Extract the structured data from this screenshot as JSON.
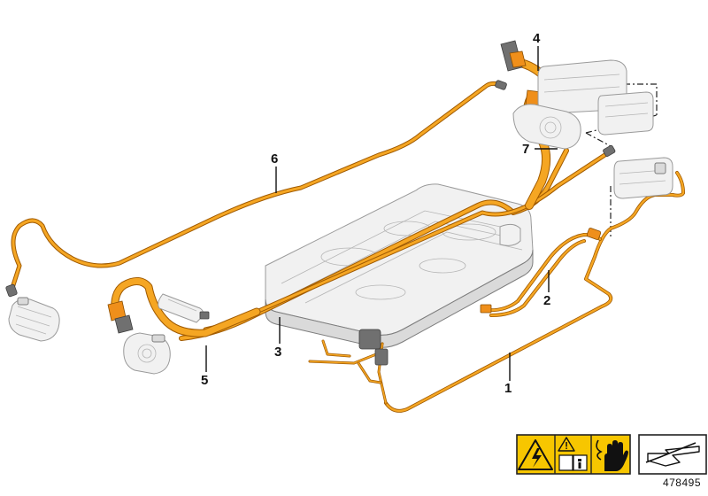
{
  "diagram": {
    "callouts": [
      {
        "id": "1",
        "label": "1"
      },
      {
        "id": "2",
        "label": "2"
      },
      {
        "id": "3",
        "label": "3"
      },
      {
        "id": "4",
        "label": "4"
      },
      {
        "id": "5",
        "label": "5"
      },
      {
        "id": "6",
        "label": "6"
      },
      {
        "id": "7",
        "label": "7"
      }
    ],
    "reference_number": "478495",
    "colors": {
      "cable": "#f5a623",
      "cable_outline": "#a05a00",
      "warning_yellow": "#f7c600",
      "component_fill": "#f1f1f1",
      "component_stroke": "#9a9a9a"
    },
    "icons": {
      "warning_label": [
        "high-voltage-warning-icon",
        "caution-triangle-icon",
        "read-manual-icon",
        "protective-glove-icon"
      ],
      "note_symbol": "folded-page-arrow-icon"
    }
  }
}
